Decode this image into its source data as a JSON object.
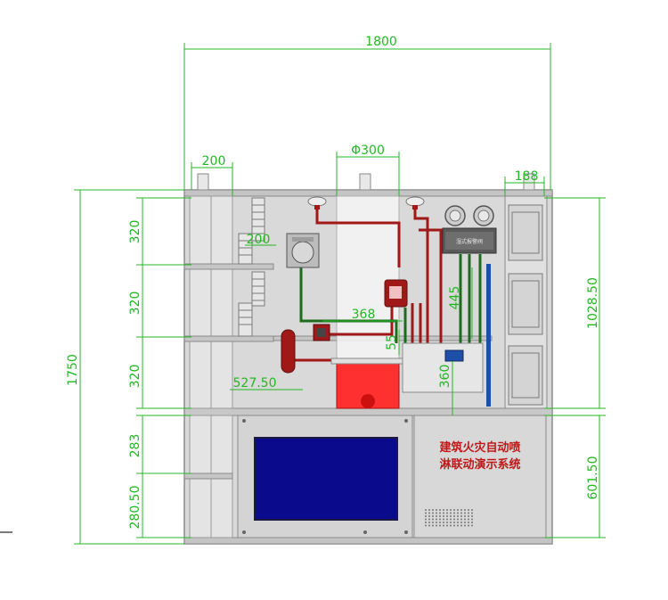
{
  "title_lines": [
    "建筑火灾自动喷",
    "淋联动演示系统"
  ],
  "controller_label": "湿式报警阀",
  "dimensions": {
    "total_width": "1800",
    "left_column_width": "200",
    "pipe_diameter": "Φ300",
    "right_column_width": "188",
    "total_height": "1750",
    "left_tier_1": "320",
    "left_tier_2": "320",
    "left_tier_3": "320",
    "lower_tier_1": "283",
    "lower_tier_2": "280.50",
    "upper_section_height": "1028.50",
    "lower_section_height": "601.50",
    "stair_width": "200",
    "valve_offset": "368",
    "gauge_height": "445",
    "small_height": "55",
    "pipe_offset": "527.50",
    "tank_height": "360"
  },
  "colors": {
    "dimension": "#22b822",
    "pipe_red": "#a01818",
    "pipe_green": "#1d6b1d",
    "screen": "#0a0a8c",
    "cabinet": "#dcdcdc",
    "title": "#c01818"
  }
}
